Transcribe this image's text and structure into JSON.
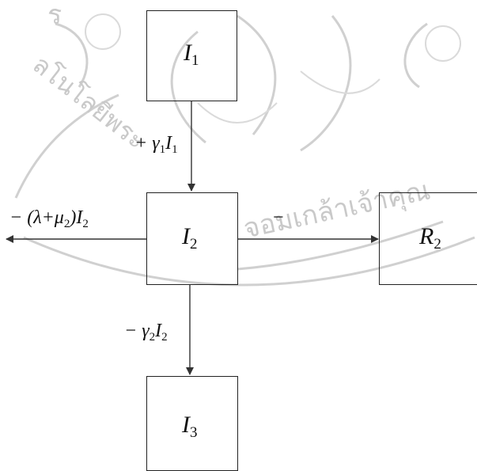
{
  "watermark": {
    "text_top": "ร",
    "text_left": "ลโนโลยีพระ",
    "text_bottom": "จอมเกล้าเจ้าคุณ",
    "color": "#c9c9c9"
  },
  "nodes": {
    "i1": {
      "sym": "I",
      "sub": "1"
    },
    "i2": {
      "sym": "I",
      "sub": "2"
    },
    "i3": {
      "sym": "I",
      "sub": "3"
    },
    "r2": {
      "sym": "R",
      "sub": "2"
    }
  },
  "rates": {
    "i1_to_i2": {
      "prefix": "+ γ",
      "g_sub": "1",
      "sym": "I",
      "s_sub": "1"
    },
    "i2_out": {
      "prefix": "− (λ+μ",
      "m_sub": "2",
      "mid": ")I",
      "s_sub": "2"
    },
    "i2_to_r2": {
      "text": "−"
    },
    "i2_to_i3": {
      "prefix": "−  γ",
      "g_sub": "2",
      "sym": "I",
      "s_sub": "2"
    }
  }
}
